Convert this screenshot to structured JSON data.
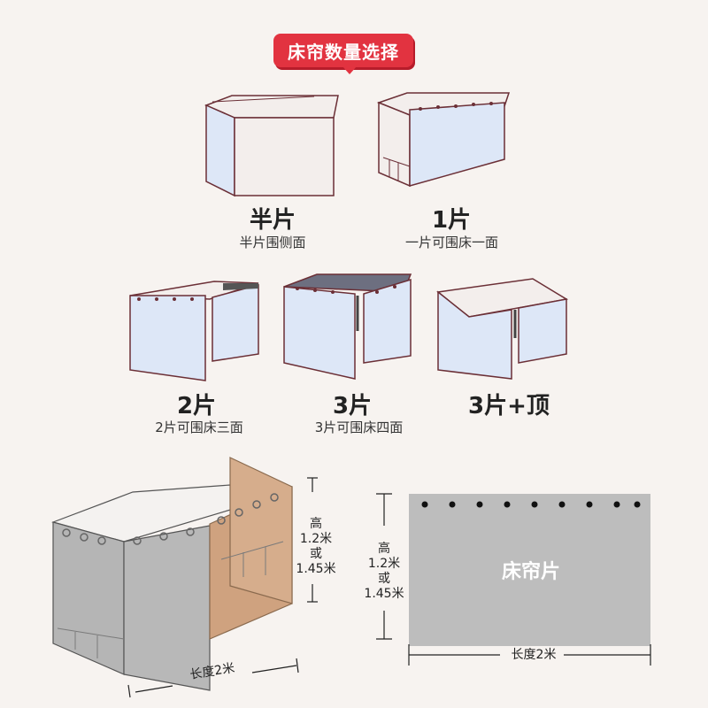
{
  "header": {
    "title": "床帘数量选择"
  },
  "options": [
    {
      "title": "半片",
      "caption": "半片围侧面"
    },
    {
      "title": "1片",
      "caption": "一片可围床一面"
    },
    {
      "title": "2片",
      "caption": "2片可围床三面"
    },
    {
      "title": "3片",
      "caption": "3片可围床四面"
    },
    {
      "title": "3片+顶",
      "caption": ""
    }
  ],
  "dimensions": {
    "height_label": "高",
    "height_value_1": "1.2米",
    "or_label": "或",
    "height_value_2": "1.45米",
    "length_label": "长度2米"
  },
  "panel": {
    "label": "床帘片"
  },
  "colors": {
    "accent": "#e23340",
    "curtain_blue": "#dde7f7",
    "outline": "#6b2f36",
    "curtain_gray": "#b5b5b5",
    "curtain_tan": "#cfa27f"
  }
}
